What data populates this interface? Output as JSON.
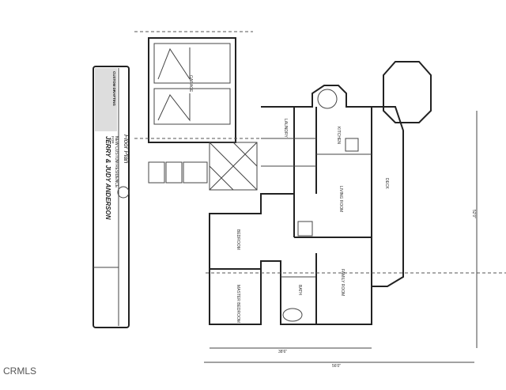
{
  "title_block": {
    "plan_title": "Floor Plan",
    "project": "NEW CUSTOM RESIDENCE",
    "for": "FOR",
    "client": "JERRY & JUDY ANDERSON",
    "company": "CUSTOM DRAFTING"
  },
  "dimensions": {
    "bottom_inner": "38'6\"",
    "bottom_outer": "56'0\"",
    "right": "52'0\""
  },
  "rooms": [
    "KITCHEN",
    "LIVING ROOM",
    "FAMILY ROOM",
    "BEDROOM",
    "MASTER BEDROOM",
    "BATH",
    "LAUNDRY",
    "GARAGE",
    "DECK"
  ],
  "watermark": "CRMLS"
}
